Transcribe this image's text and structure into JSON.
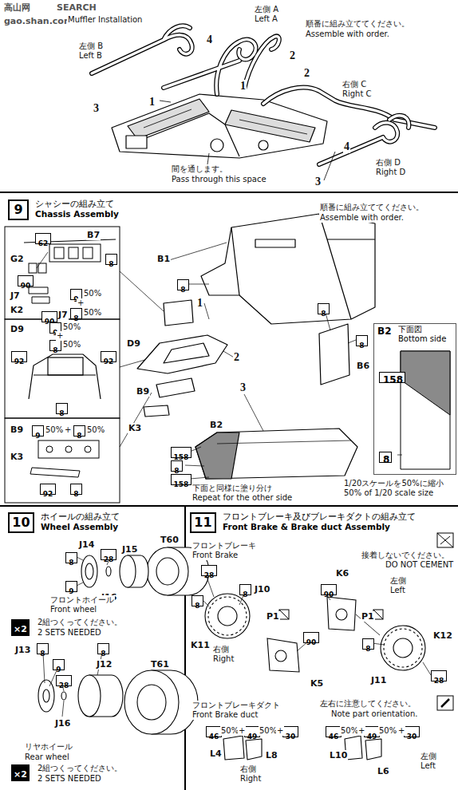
{
  "diagram": {
    "nodes": [
      {
        "text": [
          "9",
          "シャシーの組み立て",
          "Chassis Assembly"
        ]
      },
      {
        "text": [
          "62"
        ]
      },
      {
        "text": [
          "8"
        ]
      },
      {
        "text": [
          "90"
        ]
      },
      {
        "text": [
          "90"
        ]
      },
      {
        "text": [
          "9"
        ]
      },
      {
        "text": [
          "8"
        ]
      },
      {
        "text": [
          "9"
        ]
      },
      {
        "text": [
          "8"
        ]
      },
      {
        "text": [
          "92"
        ]
      },
      {
        "text": [
          "92"
        ]
      },
      {
        "text": [
          "8"
        ]
      },
      {
        "text": [
          "9"
        ]
      },
      {
        "text": [
          "8"
        ]
      },
      {
        "text": [
          "92"
        ]
      },
      {
        "text": [
          "8"
        ]
      },
      {
        "text": [
          "8"
        ]
      },
      {
        "text": [
          "8"
        ]
      },
      {
        "text": [
          "8"
        ]
      },
      {
        "text": [
          "158"
        ]
      },
      {
        "text": [
          "8"
        ]
      },
      {
        "text": [
          "158"
        ]
      },
      {
        "text": [
          "B2",
          "下面図",
          "Bottom side"
        ]
      },
      {
        "text": [
          "158"
        ],
        "in": 22
      },
      {
        "text": [
          "8"
        ],
        "in": 22
      },
      {
        "text": [
          "10",
          "ホイールの組み立て",
          "Wheel Assembly"
        ]
      },
      {
        "text": [
          "8"
        ]
      },
      {
        "text": [
          "28"
        ]
      },
      {
        "text": [
          "9"
        ]
      },
      {
        "text": [
          "×2"
        ]
      },
      {
        "text": [
          "8"
        ]
      },
      {
        "text": [
          "9"
        ]
      },
      {
        "text": [
          "28"
        ]
      },
      {
        "text": [
          "8"
        ]
      },
      {
        "text": [
          "×2"
        ]
      },
      {
        "text": [
          "11",
          "フロントブレーキ及びブレーキダクトの組み立て",
          "Front Brake & Brake duct Assembly"
        ]
      },
      {
        "text": [
          "28"
        ]
      },
      {
        "text": [
          "8"
        ]
      },
      {
        "text": [
          "8"
        ]
      },
      {
        "text": [
          "90"
        ]
      },
      {
        "text": [
          "90"
        ]
      },
      {
        "text": [
          "8"
        ]
      },
      {
        "text": [
          "28"
        ]
      },
      {
        "text": [
          "46"
        ]
      },
      {
        "text": [
          "49"
        ]
      },
      {
        "text": [
          "30"
        ]
      },
      {
        "text": [
          "46"
        ]
      },
      {
        "text": [
          "49"
        ]
      },
      {
        "text": [
          "30"
        ]
      }
    ],
    "labels": [
      "高山网",
      "gao.shan.com",
      "SEARCH",
      "Muffler Installation",
      "左側 A",
      "Left A",
      "順番に組み立ててください。",
      "Assemble with order.",
      "4",
      "2",
      "左側 B",
      "Left B",
      "3",
      "1",
      "1",
      "2",
      "右側 C",
      "Right C",
      "4",
      "右側 D",
      "Right D",
      "3",
      "間を通します。",
      "Pass through this space",
      "B7",
      "G2",
      "J7",
      "K2",
      "J7",
      "50%",
      "+",
      "50%",
      "D9",
      "50%",
      "+",
      "50%",
      "B9",
      "50%",
      "+",
      "50%",
      "K3",
      "B1",
      "1",
      "2",
      "3",
      "D9",
      "B9",
      "K3",
      "順番に組み立ててください。",
      "Assemble with order.",
      "B6",
      "B2",
      "下面と同様に塗り分け",
      "Repeat for the other side",
      "1/20スケールを50%に縮小",
      "50% of 1/20 scale size",
      "J14",
      "J16",
      "J15",
      "T60",
      "フロントホイール",
      "Front wheel",
      "2組つくってください。",
      "2 SETS NEEDED",
      "J13",
      "J16",
      "J12",
      "T61",
      "リヤホイール",
      "Rear wheel",
      "2組つくってください。",
      "2 SETS NEEDED",
      "フロントブレーキ",
      "Front Brake",
      "接着しないでください。",
      "DO NOT CEMENT",
      "J10",
      "K11",
      "右側",
      "Right",
      "P1",
      "K5",
      "K6",
      "左側",
      "Left",
      "P1",
      "K12",
      "J11",
      "フロントブレーキダクト",
      "Front Brake duct",
      "左右に注意してください。",
      "Note part orientation.",
      "50%",
      "+",
      "50%",
      "+",
      "50%",
      "+",
      "50%",
      "+",
      "L4",
      "L8",
      "右側",
      "Right",
      "L10",
      "L6",
      "左側",
      "Left"
    ]
  }
}
